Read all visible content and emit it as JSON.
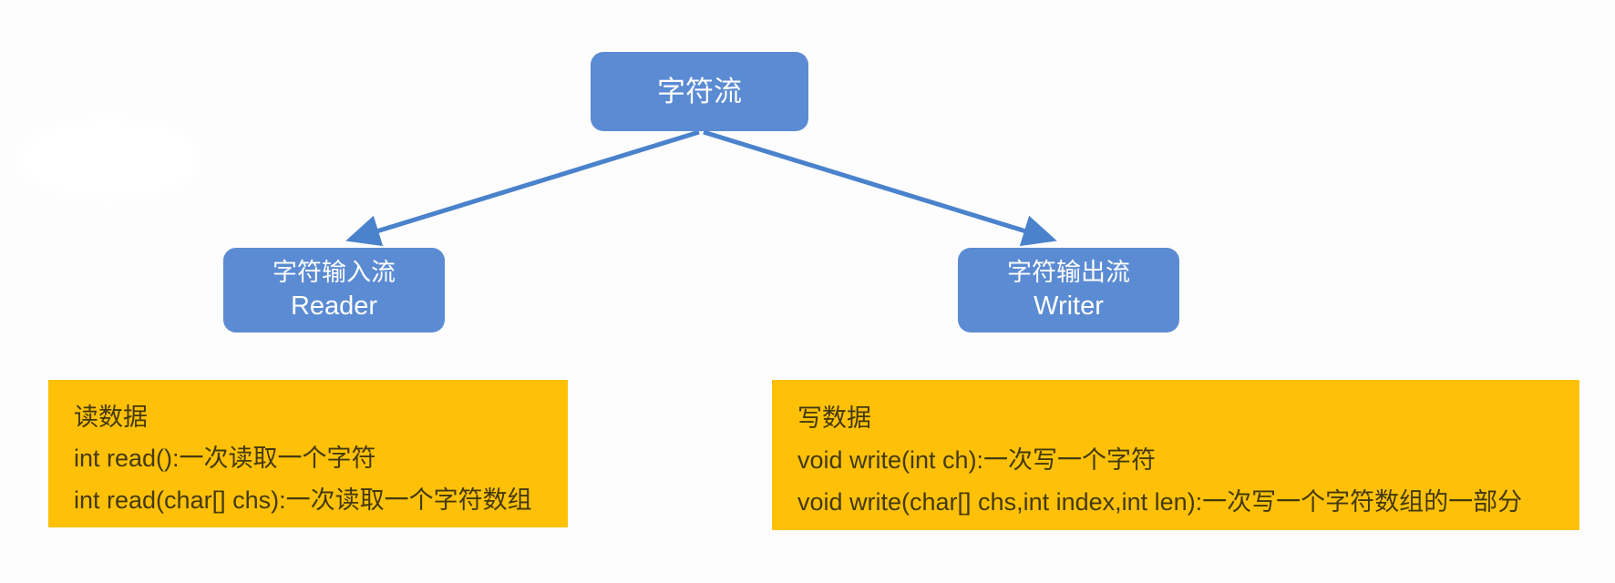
{
  "colors": {
    "node-fill": "#5b8bd3",
    "node-text": "#ffffff",
    "note-fill": "#fec107",
    "note-text": "#44390f",
    "arrow": "#4a82cc",
    "background": "#fdfdfd"
  },
  "tree": {
    "root": {
      "label": "字符流"
    },
    "children": [
      {
        "label_cn": "字符输入流",
        "label_en": "Reader"
      },
      {
        "label_cn": "字符输出流",
        "label_en": "Writer"
      }
    ]
  },
  "notes": [
    {
      "title": "读数据",
      "lines": [
        "int read():一次读取一个字符",
        "int read(char[] chs):一次读取一个字符数组"
      ]
    },
    {
      "title": "写数据",
      "lines": [
        "void write(int ch):一次写一个字符",
        "void write(char[] chs,int index,int len):一次写一个字符数组的一部分"
      ]
    }
  ]
}
